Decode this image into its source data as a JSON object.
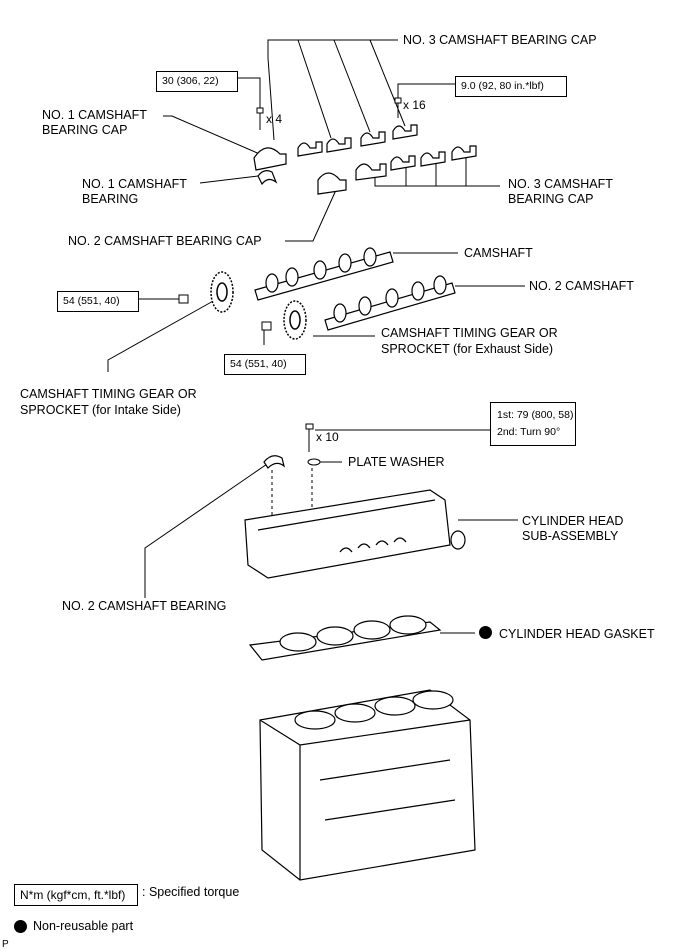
{
  "labels": {
    "cap3_top": "NO. 3 CAMSHAFT BEARING CAP",
    "cap1_line1": "NO. 1 CAMSHAFT",
    "cap1_line2": "BEARING CAP",
    "bearing1_line1": "NO. 1 CAMSHAFT",
    "bearing1_line2": "BEARING",
    "cap3_right_line1": "NO. 3 CAMSHAFT",
    "cap3_right_line2": "BEARING CAP",
    "cap2": "NO. 2 CAMSHAFT BEARING CAP",
    "camshaft": "CAMSHAFT",
    "camshaft2": "NO. 2 CAMSHAFT",
    "gear_exhaust_line1": "CAMSHAFT TIMING GEAR OR",
    "gear_exhaust_line2": "SPROCKET (for Exhaust Side)",
    "gear_intake_line1": "CAMSHAFT TIMING GEAR OR",
    "gear_intake_line2": "SPROCKET (for Intake Side)",
    "plate_washer": "PLATE WASHER",
    "head_line1": "CYLINDER HEAD",
    "head_line2": "SUB-ASSEMBLY",
    "bearing2": "NO. 2 CAMSHAFT BEARING",
    "gasket": "CYLINDER HEAD GASKET"
  },
  "torques": {
    "t30": "30 (306, 22)",
    "t9": "9.0 (92, 80 in.*lbf)",
    "t54a": "54 (551, 40)",
    "t54b": "54 (551, 40)",
    "t_head_1": "1st: 79 (800, 58)",
    "t_head_2": "2nd: Turn 90°"
  },
  "quantities": {
    "q4": "x 4",
    "q16": "x 16",
    "q10": "x 10"
  },
  "legend": {
    "torque_box": "N*m (kgf*cm, ft.*lbf)",
    "torque_desc": ": Specified torque",
    "nonreusable": "Non-reusable part"
  },
  "corner_mark": "P"
}
